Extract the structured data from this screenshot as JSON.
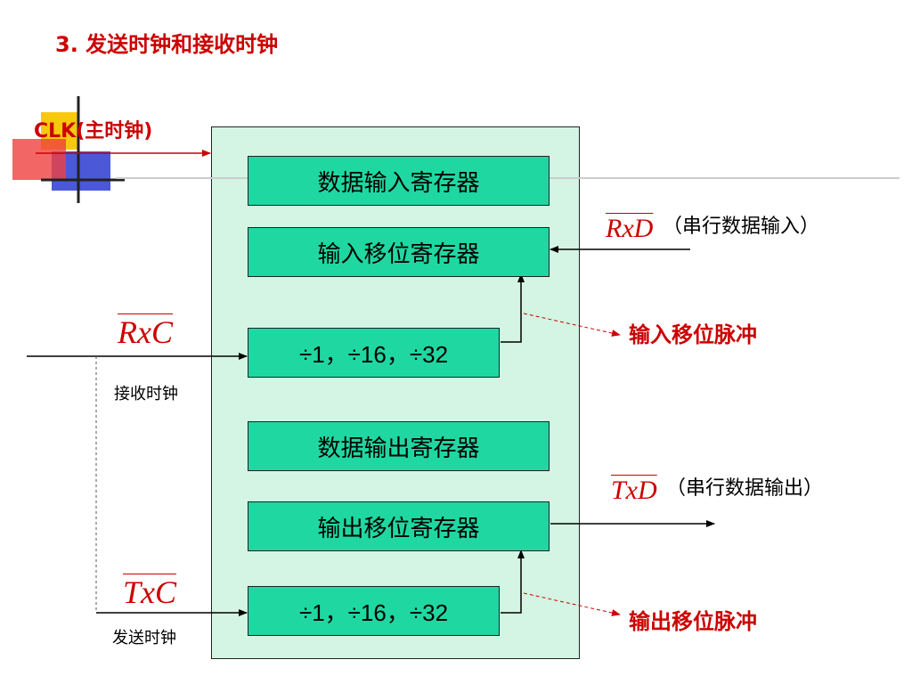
{
  "title": "3. 发送时钟和接收时钟",
  "clk_label": "CLK(主时钟)",
  "boxes": {
    "data_in_reg": "数据输入寄存器",
    "in_shift_reg": "输入移位寄存器",
    "rx_divider": "÷1，÷16，÷32",
    "data_out_reg": "数据输出寄存器",
    "out_shift_reg": "输出移位寄存器",
    "tx_divider": "÷1，÷16，÷32"
  },
  "signals": {
    "rxd": "RxD",
    "rxd_desc": "（串行数据输入）",
    "txd": "TxD",
    "txd_desc": "（串行数据输出）",
    "rxc": "RxC",
    "rxc_desc": "接收时钟",
    "txc": "TxC",
    "txc_desc": "发送时钟"
  },
  "pulses": {
    "in_shift": "输入移位脉冲",
    "out_shift": "输出移位脉冲"
  },
  "colors": {
    "accent_red": "#cc0000",
    "box_fill": "#1fd8a1",
    "panel_fill": "#d4f5e3"
  }
}
